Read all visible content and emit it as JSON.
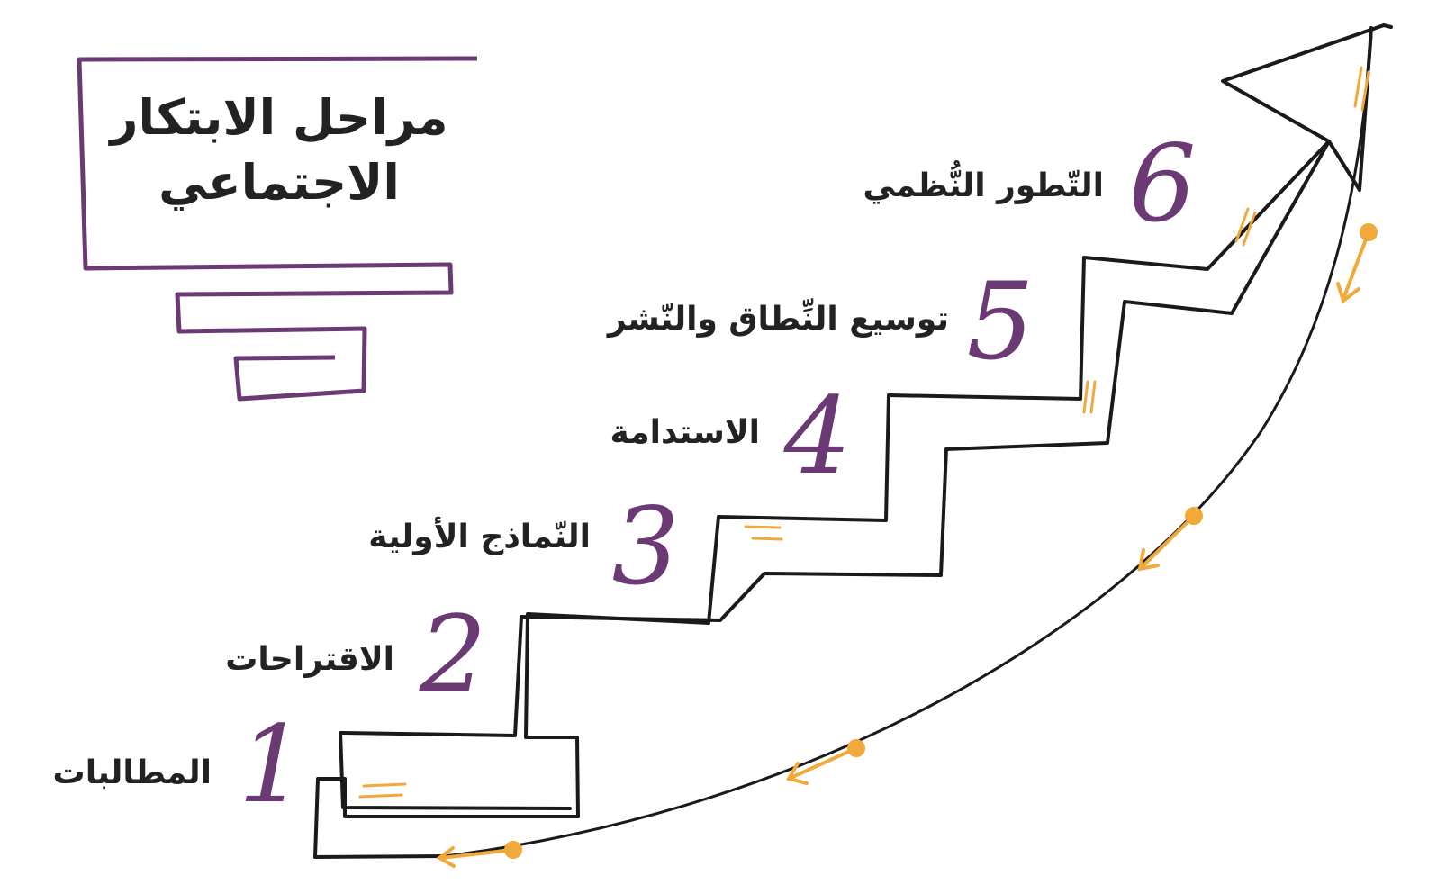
{
  "title": {
    "line1": "مراحل الابتكار",
    "line2": "الاجتماعي"
  },
  "steps": [
    {
      "number": "1",
      "label": "المطالبات"
    },
    {
      "number": "2",
      "label": "الاقتراحات"
    },
    {
      "number": "3",
      "label": "النّماذج الأولية"
    },
    {
      "number": "4",
      "label": "الاستدامة"
    },
    {
      "number": "5",
      "label": "توسيع النِّطاق والنّشر"
    },
    {
      "number": "6",
      "label": "التّطور النُّظمي"
    }
  ],
  "colors": {
    "accent": "#6b3a75",
    "arrow": "#f2a93b",
    "ink": "#222222"
  }
}
